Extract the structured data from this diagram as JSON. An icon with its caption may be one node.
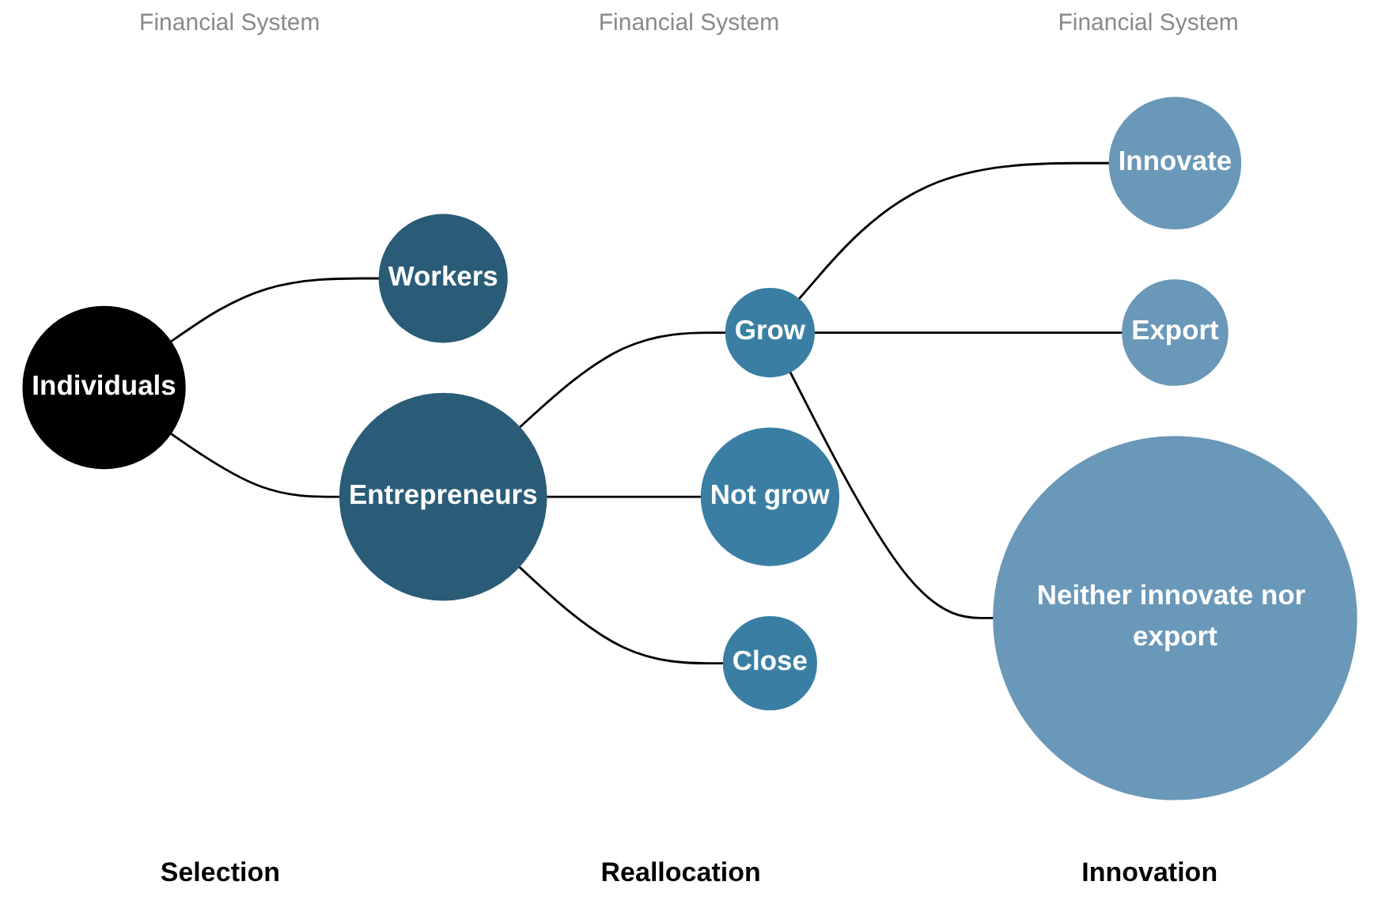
{
  "diagram": {
    "nodes": [
      {
        "text": [
          "Individuals"
        ]
      },
      {
        "text": [
          "Workers"
        ]
      },
      {
        "text": [
          "Entrepreneurs"
        ]
      },
      {
        "text": [
          "Grow"
        ]
      },
      {
        "text": [
          "Not grow"
        ]
      },
      {
        "text": [
          "Close"
        ]
      },
      {
        "text": [
          "Innovate"
        ]
      },
      {
        "text": [
          "Export"
        ]
      },
      {
        "text": [
          "Neither innovate nor export"
        ]
      }
    ],
    "edges": [
      {
        "from": 0,
        "to": 1,
        "arrow": "none"
      },
      {
        "from": 0,
        "to": 2,
        "arrow": "none"
      },
      {
        "from": 2,
        "to": 3,
        "arrow": "none"
      },
      {
        "from": 2,
        "to": 4,
        "arrow": "none"
      },
      {
        "from": 2,
        "to": 5,
        "arrow": "none"
      },
      {
        "from": 3,
        "to": 6,
        "arrow": "none"
      },
      {
        "from": 3,
        "to": 7,
        "arrow": "none"
      },
      {
        "from": 3,
        "to": 8,
        "arrow": "none"
      }
    ],
    "labels": [
      "Financial System",
      "Financial System",
      "Financial System",
      "Selection",
      "Reallocation",
      "Innovation"
    ]
  }
}
